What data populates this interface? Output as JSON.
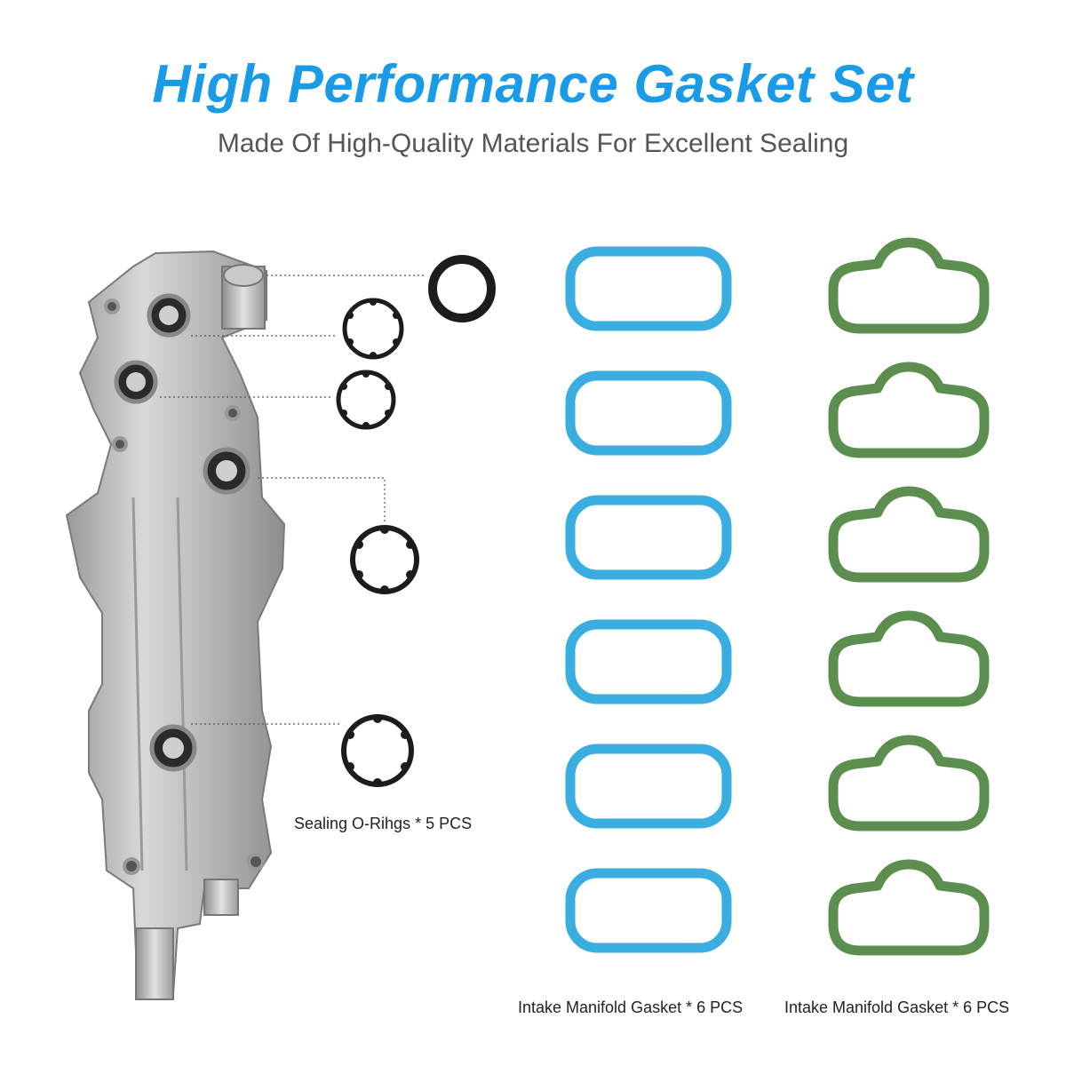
{
  "header": {
    "title": "High Performance Gasket Set",
    "subtitle": "Made Of High-Quality Materials For Excellent Sealing"
  },
  "captions": {
    "o_rings": "Sealing O-Rihgs * 5 PCS",
    "blue_gaskets": "Intake Manifold Gasket * 6 PCS",
    "green_gaskets": "Intake Manifold Gasket * 6 PCS"
  },
  "colors": {
    "title": "#1a9be8",
    "blue_gasket": "#3aaee0",
    "green_gasket": "#5c8f4f",
    "o_ring": "#1c1c1c",
    "housing": "#b9b9b9"
  }
}
